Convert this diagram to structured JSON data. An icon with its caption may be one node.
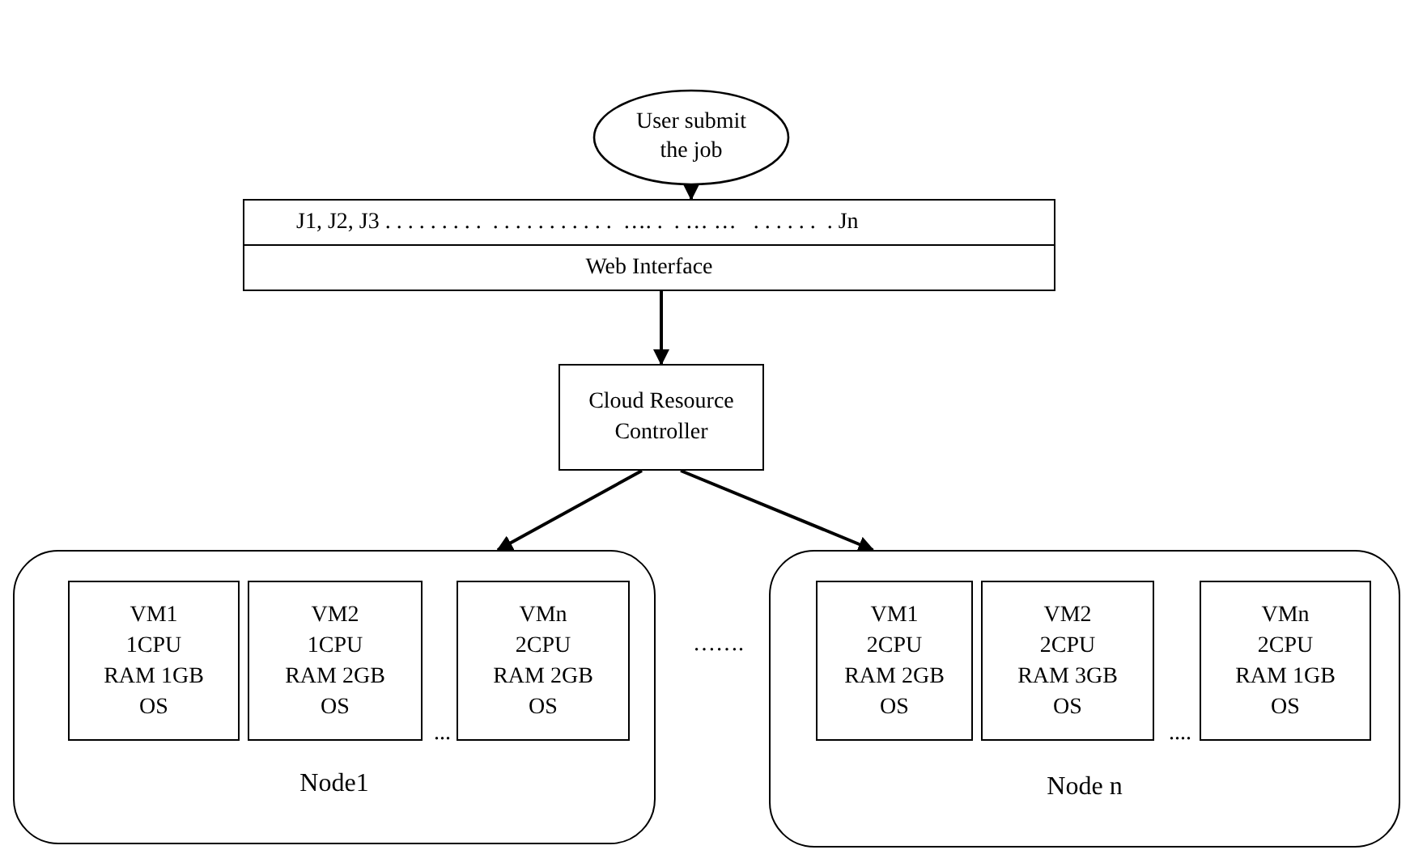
{
  "diagram": {
    "nodes": [
      {
        "text": [
          "User submit the job"
        ]
      },
      {
        "text": [
          "J1, J2, J3 . . . . . . . . .  . . . . . . . . . . .  …. .  . … …   . . . . . .  . Jn",
          "Web Interface"
        ]
      },
      {
        "text": [
          "Cloud Resource Controller"
        ]
      },
      {
        "text": [
          "Node1"
        ]
      },
      {
        "text": [
          "VM1",
          "1CPU",
          "RAM 1GB",
          "OS"
        ],
        "in": 3
      },
      {
        "text": [
          "VM2",
          "1CPU",
          "RAM 2GB",
          "OS"
        ],
        "in": 3
      },
      {
        "text": [
          "VMn",
          "2CPU",
          "RAM 2GB",
          "OS"
        ],
        "in": 3
      },
      {
        "text": [
          "Node n"
        ]
      },
      {
        "text": [
          "VM1",
          "2CPU",
          "RAM 2GB",
          "OS"
        ],
        "in": 7
      },
      {
        "text": [
          "VM2",
          "2CPU",
          "RAM 3GB",
          "OS"
        ],
        "in": 7
      },
      {
        "text": [
          "VMn",
          "2CPU",
          "RAM 1GB",
          "OS"
        ],
        "in": 7
      }
    ],
    "edges": [
      {
        "from": 0,
        "to": 1,
        "arrow": "to"
      },
      {
        "from": 1,
        "to": 2,
        "arrow": "to"
      },
      {
        "from": 2,
        "to": 3,
        "arrow": "to"
      },
      {
        "from": 2,
        "to": 7,
        "arrow": "to"
      }
    ],
    "labels": [
      "...",
      "…….",
      "...."
    ]
  }
}
